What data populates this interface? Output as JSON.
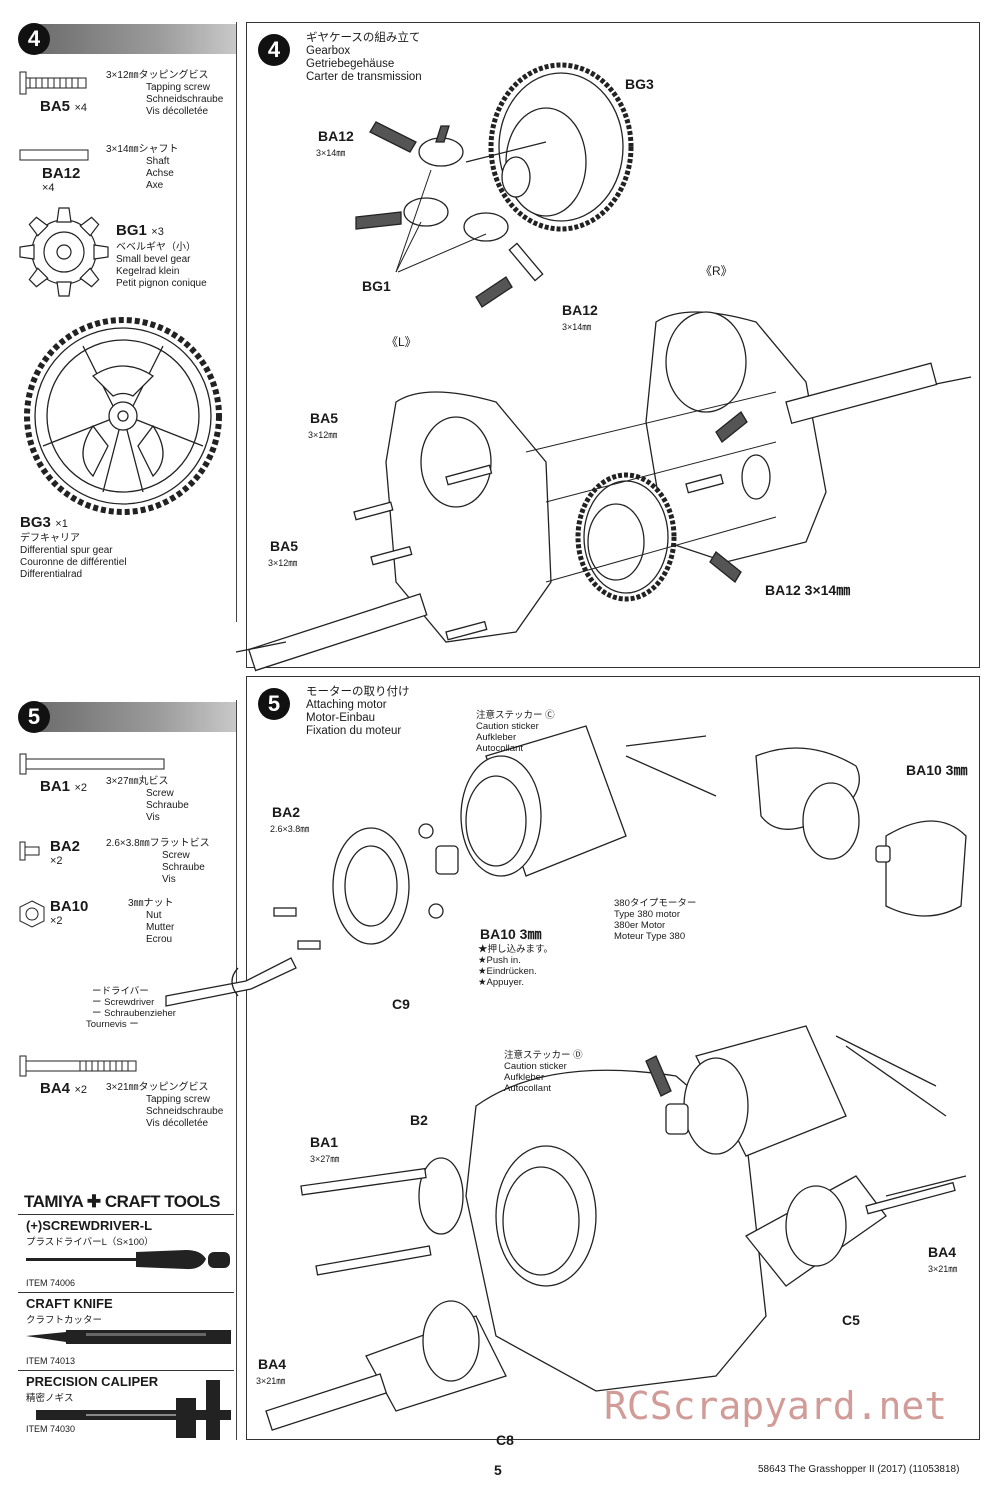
{
  "step4": {
    "number": "4",
    "parts": [
      {
        "code": "BA5",
        "qty": "×4",
        "desc": [
          "3×12㎜タッピングビス",
          "Tapping screw",
          "Schneidschraube",
          "Vis décolletée"
        ]
      },
      {
        "code": "BA12",
        "qty": "×4",
        "desc": [
          "3×14㎜シャフト",
          "Shaft",
          "Achse",
          "Axe"
        ]
      },
      {
        "code": "BG1",
        "qty": "×3",
        "desc": [
          "ベベルギヤ（小）",
          "Small bevel gear",
          "Kegelrad klein",
          "Petit pignon conique"
        ]
      },
      {
        "code": "BG3",
        "qty": "×1",
        "desc": [
          "デフキャリア",
          "Differential spur gear",
          "Couronne de différentiel",
          "Differentialrad"
        ]
      }
    ],
    "panel": {
      "number": "4",
      "title": [
        "ギヤケースの組み立て",
        "Gearbox",
        "Getriebegehäuse",
        "Carter de transmission"
      ],
      "labels": {
        "bg3": "BG3",
        "ba12_a": "BA12",
        "ba12_a_size": "3×14㎜",
        "bg1": "BG1",
        "ba12_b": "BA12",
        "ba12_b_size": "3×14㎜",
        "r": "《R》",
        "l": "《L》",
        "ba5_a": "BA5",
        "ba5_a_size": "3×12㎜",
        "ba5_b": "BA5",
        "ba5_b_size": "3×12㎜",
        "ba12_c": "BA12 3×14㎜"
      }
    }
  },
  "step5": {
    "number": "5",
    "parts": [
      {
        "code": "BA1",
        "qty": "×2",
        "desc": [
          "3×27㎜丸ビス",
          "Screw",
          "Schraube",
          "Vis"
        ]
      },
      {
        "code": "BA2",
        "qty": "×2",
        "desc": [
          "2.6×3.8㎜フラットビス",
          "Screw",
          "Schraube",
          "Vis"
        ]
      },
      {
        "code": "BA10",
        "qty": "×2",
        "desc": [
          "3㎜ナット",
          "Nut",
          "Mutter",
          "Ecrou"
        ]
      },
      {
        "code": "BA4",
        "qty": "×2",
        "desc": [
          "3×21㎜タッピングビス",
          "Tapping screw",
          "Schneidschraube",
          "Vis décolletée"
        ]
      }
    ],
    "panel": {
      "number": "5",
      "title": [
        "モーターの取り付け",
        "Attaching motor",
        "Motor-Einbau",
        "Fixation du moteur"
      ],
      "sticker_c": [
        "注意ステッカー Ⓒ",
        "Caution sticker",
        "Aufkleber",
        "Autocollant"
      ],
      "sticker_d": [
        "注意ステッカー Ⓓ",
        "Caution sticker",
        "Aufkleber",
        "Autocollant"
      ],
      "motor": [
        "380タイプモーター",
        "Type 380 motor",
        "380er Motor",
        "Moteur Type 380"
      ],
      "push": [
        "★押し込みます。",
        "★Push in.",
        "★Eindrücken.",
        "★Appuyer."
      ],
      "screwdriver": [
        "ードライバー",
        "ー Screwdriver",
        "ー Schraubenzieher",
        "Tournevis ー"
      ],
      "labels": {
        "ba2": "BA2",
        "ba2_size": "2.6×3.8㎜",
        "ba10_a": "BA10 3㎜",
        "ba10_b": "BA10 3㎜",
        "c9": "C9",
        "ba1": "BA1",
        "ba1_size": "3×27㎜",
        "b2": "B2",
        "ba4_a": "BA4",
        "ba4_a_size": "3×21㎜",
        "ba4_b": "BA4",
        "ba4_b_size": "3×21㎜",
        "c5": "C5",
        "c8": "C8"
      }
    }
  },
  "tools": {
    "brand": "TAMIYA ✚ CRAFT TOOLS",
    "items": [
      {
        "name": "(+)SCREWDRIVER-L",
        "jp": "プラスドライバーL（S×100）",
        "item": "ITEM 74006"
      },
      {
        "name": "CRAFT KNIFE",
        "jp": "クラフトカッター",
        "item": "ITEM 74013"
      },
      {
        "name": "PRECISION CALIPER",
        "jp": "精密ノギス",
        "item": "ITEM 74030"
      }
    ]
  },
  "footer": {
    "page": "5",
    "doc": "58643 The Grasshopper II (2017) (11053818)"
  },
  "watermark": "RCScrapyard.net",
  "colors": {
    "bar_dark": "#6d6d6d",
    "watermark": "#c98a86",
    "ink": "#1a1a1a"
  }
}
